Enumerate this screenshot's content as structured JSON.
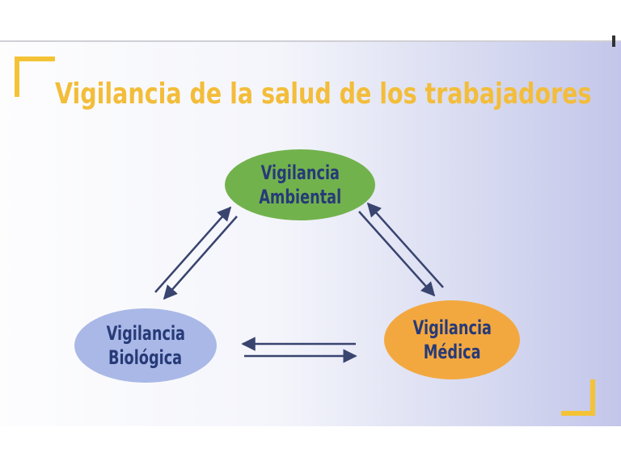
{
  "title": "Vigilancia de la salud de los trabajadores",
  "nodes": {
    "ambiental": {
      "line1": "Vigilancia",
      "line2": "Ambiental",
      "color": "#72b24d"
    },
    "biologica": {
      "line1": "Vigilancia",
      "line2": "Biológica",
      "color": "#a9b8e6"
    },
    "medica": {
      "line1": "Vigilancia",
      "line2": "Médica",
      "color": "#f3a83f"
    }
  },
  "relations": [
    {
      "between": [
        "Vigilancia Ambiental",
        "Vigilancia Biológica"
      ],
      "direction": "bidirectional"
    },
    {
      "between": [
        "Vigilancia Ambiental",
        "Vigilancia Médica"
      ],
      "direction": "bidirectional"
    },
    {
      "between": [
        "Vigilancia Biológica",
        "Vigilancia Médica"
      ],
      "direction": "bidirectional"
    }
  ],
  "colors": {
    "title": "#f3bd3a",
    "accent_corners": "#f3c335",
    "node_text": "#273a78",
    "arrows": "#39446f"
  }
}
